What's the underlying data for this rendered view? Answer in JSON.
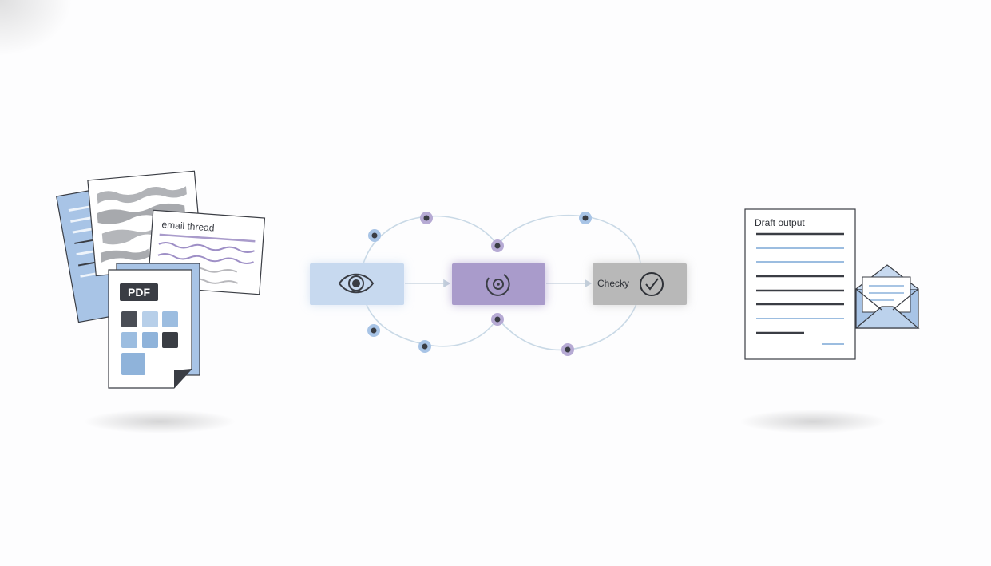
{
  "inputs": {
    "email_label": "email thread",
    "pdf_label": "PDF"
  },
  "pipeline": {
    "stage_check_label": "Checky"
  },
  "output": {
    "title": "Draft output"
  },
  "colors": {
    "light_blue": "#c7d9ef",
    "mid_blue": "#9cbde0",
    "purple": "#a99bcb",
    "gray": "#b8b8b8",
    "dark": "#3a3d44",
    "ring": "#c9d9e6"
  },
  "icons": [
    "eye-icon",
    "target-icon",
    "check-circle-icon",
    "envelope-icon",
    "pdf-file-icon"
  ]
}
